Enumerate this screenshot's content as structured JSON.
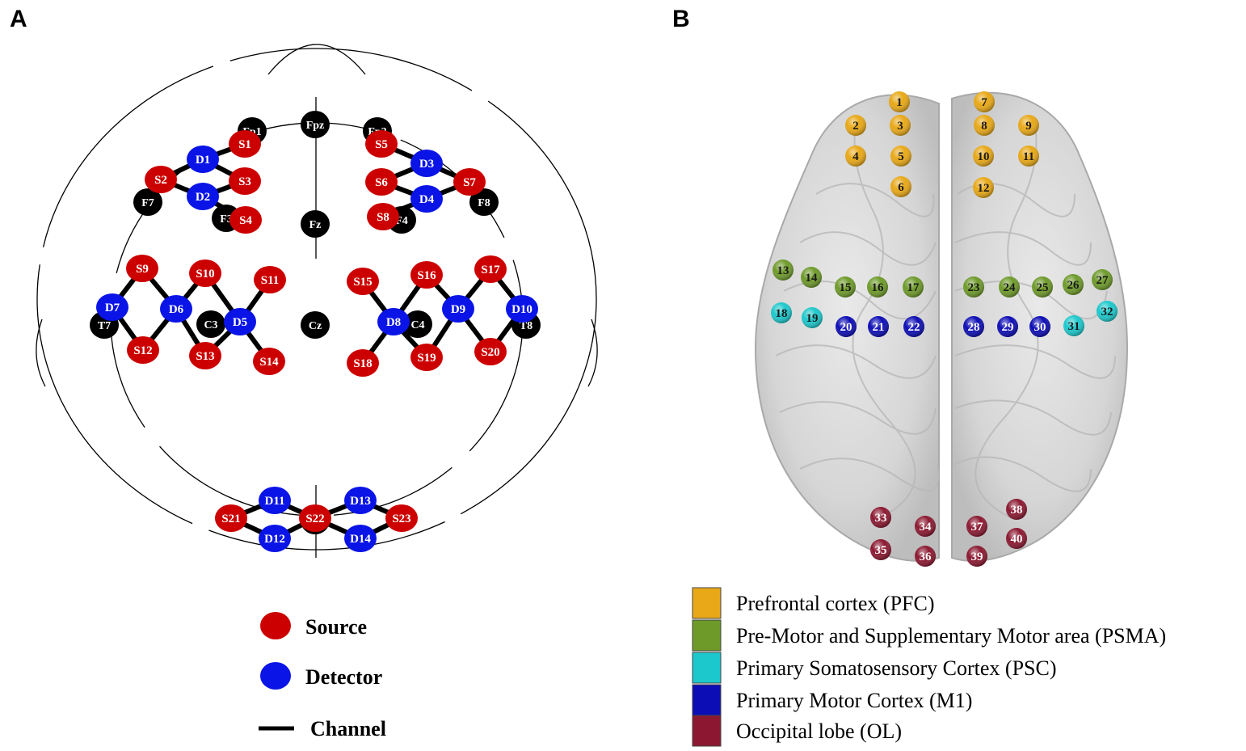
{
  "panels": {
    "a": "A",
    "b": "B"
  },
  "colors": {
    "source": "#cc0000",
    "detector": "#0a14e6",
    "reference": "#000000",
    "channel_line": "#000000",
    "pfc": "#e8a817",
    "psma": "#6e9a2a",
    "psc": "#1cc8cc",
    "m1": "#0d0db5",
    "ol": "#8b1830"
  },
  "references": [
    {
      "id": "fpz",
      "label": "Fpz"
    },
    {
      "id": "fp1",
      "label": "Fp1"
    },
    {
      "id": "fp2",
      "label": "Fp2"
    },
    {
      "id": "f7",
      "label": "F7"
    },
    {
      "id": "f8",
      "label": "F8"
    },
    {
      "id": "f3",
      "label": "F3"
    },
    {
      "id": "f4",
      "label": "F4"
    },
    {
      "id": "fz",
      "label": "Fz"
    },
    {
      "id": "t7",
      "label": "T7"
    },
    {
      "id": "t8",
      "label": "T8"
    },
    {
      "id": "c3",
      "label": "C3"
    },
    {
      "id": "c4",
      "label": "C4"
    },
    {
      "id": "cz",
      "label": "Cz"
    },
    {
      "id": "oz",
      "label": ""
    }
  ],
  "optodes": [
    {
      "id": "s1",
      "label": "S1",
      "kind": "source"
    },
    {
      "id": "s2",
      "label": "S2",
      "kind": "source"
    },
    {
      "id": "s3",
      "label": "S3",
      "kind": "source"
    },
    {
      "id": "s4",
      "label": "S4",
      "kind": "source"
    },
    {
      "id": "s5",
      "label": "S5",
      "kind": "source"
    },
    {
      "id": "s6",
      "label": "S6",
      "kind": "source"
    },
    {
      "id": "s7",
      "label": "S7",
      "kind": "source"
    },
    {
      "id": "s8",
      "label": "S8",
      "kind": "source"
    },
    {
      "id": "s9",
      "label": "S9",
      "kind": "source"
    },
    {
      "id": "s10",
      "label": "S10",
      "kind": "source"
    },
    {
      "id": "s11",
      "label": "S11",
      "kind": "source"
    },
    {
      "id": "s12",
      "label": "S12",
      "kind": "source"
    },
    {
      "id": "s13",
      "label": "S13",
      "kind": "source"
    },
    {
      "id": "s14",
      "label": "S14",
      "kind": "source"
    },
    {
      "id": "s15",
      "label": "S15",
      "kind": "source"
    },
    {
      "id": "s16",
      "label": "S16",
      "kind": "source"
    },
    {
      "id": "s17",
      "label": "S17",
      "kind": "source"
    },
    {
      "id": "s18",
      "label": "S18",
      "kind": "source"
    },
    {
      "id": "s19",
      "label": "S19",
      "kind": "source"
    },
    {
      "id": "s20",
      "label": "S20",
      "kind": "source"
    },
    {
      "id": "s21",
      "label": "S21",
      "kind": "source"
    },
    {
      "id": "s22",
      "label": "S22",
      "kind": "source"
    },
    {
      "id": "s23",
      "label": "S23",
      "kind": "source"
    },
    {
      "id": "d1",
      "label": "D1",
      "kind": "detector"
    },
    {
      "id": "d2",
      "label": "D2",
      "kind": "detector"
    },
    {
      "id": "d3",
      "label": "D3",
      "kind": "detector"
    },
    {
      "id": "d4",
      "label": "D4",
      "kind": "detector"
    },
    {
      "id": "d5",
      "label": "D5",
      "kind": "detector"
    },
    {
      "id": "d6",
      "label": "D6",
      "kind": "detector"
    },
    {
      "id": "d7",
      "label": "D7",
      "kind": "detector"
    },
    {
      "id": "d8",
      "label": "D8",
      "kind": "detector"
    },
    {
      "id": "d9",
      "label": "D9",
      "kind": "detector"
    },
    {
      "id": "d10",
      "label": "D10",
      "kind": "detector"
    },
    {
      "id": "d11",
      "label": "D11",
      "kind": "detector"
    },
    {
      "id": "d12",
      "label": "D12",
      "kind": "detector"
    },
    {
      "id": "d13",
      "label": "D13",
      "kind": "detector"
    },
    {
      "id": "d14",
      "label": "D14",
      "kind": "detector"
    }
  ],
  "channels": [
    [
      "s1",
      "d1"
    ],
    [
      "s2",
      "d1"
    ],
    [
      "s3",
      "d1"
    ],
    [
      "s2",
      "d2"
    ],
    [
      "s3",
      "d2"
    ],
    [
      "s4",
      "d2"
    ],
    [
      "s5",
      "d3"
    ],
    [
      "s6",
      "d3"
    ],
    [
      "s7",
      "d3"
    ],
    [
      "s6",
      "d4"
    ],
    [
      "s7",
      "d4"
    ],
    [
      "s8",
      "d4"
    ],
    [
      "s9",
      "d7"
    ],
    [
      "s12",
      "d7"
    ],
    [
      "s9",
      "d6"
    ],
    [
      "s10",
      "d6"
    ],
    [
      "s12",
      "d6"
    ],
    [
      "s13",
      "d6"
    ],
    [
      "s10",
      "d5"
    ],
    [
      "s11",
      "d5"
    ],
    [
      "s13",
      "d5"
    ],
    [
      "s14",
      "d5"
    ],
    [
      "s15",
      "d8"
    ],
    [
      "s16",
      "d8"
    ],
    [
      "s18",
      "d8"
    ],
    [
      "s19",
      "d8"
    ],
    [
      "s16",
      "d9"
    ],
    [
      "s17",
      "d9"
    ],
    [
      "s19",
      "d9"
    ],
    [
      "s20",
      "d9"
    ],
    [
      "s17",
      "d10"
    ],
    [
      "s20",
      "d10"
    ],
    [
      "s21",
      "d11"
    ],
    [
      "s21",
      "d12"
    ],
    [
      "s22",
      "d11"
    ],
    [
      "s22",
      "d12"
    ],
    [
      "s22",
      "d13"
    ],
    [
      "s22",
      "d14"
    ],
    [
      "s23",
      "d13"
    ],
    [
      "s23",
      "d14"
    ]
  ],
  "channel_groups": [
    {
      "region": "pfc",
      "numbers": [
        "1",
        "2",
        "3",
        "4",
        "5",
        "6",
        "7",
        "8",
        "9",
        "10",
        "11",
        "12"
      ]
    },
    {
      "region": "psma",
      "numbers": [
        "13",
        "14",
        "15",
        "16",
        "17",
        "23",
        "24",
        "25",
        "26",
        "27"
      ]
    },
    {
      "region": "psc",
      "numbers": [
        "18",
        "19",
        "31",
        "32"
      ]
    },
    {
      "region": "m1",
      "numbers": [
        "20",
        "21",
        "22",
        "28",
        "29",
        "30"
      ]
    },
    {
      "region": "ol",
      "numbers": [
        "33",
        "34",
        "35",
        "36",
        "37",
        "38",
        "39",
        "40"
      ]
    }
  ],
  "legend_a": [
    {
      "kind": "source",
      "label": "Source"
    },
    {
      "kind": "detector",
      "label": "Detector"
    },
    {
      "kind": "channel",
      "label": "Channel"
    }
  ],
  "legend_b": [
    {
      "region": "pfc",
      "label": "Prefrontal cortex (PFC)"
    },
    {
      "region": "psma",
      "label": "Pre-Motor and Supplementary Motor area (PSMA)"
    },
    {
      "region": "psc",
      "label": "Primary Somatosensory Cortex (PSC)"
    },
    {
      "region": "m1",
      "label": "Primary Motor Cortex (M1)"
    },
    {
      "region": "ol",
      "label": "Occipital lobe (OL)"
    }
  ]
}
